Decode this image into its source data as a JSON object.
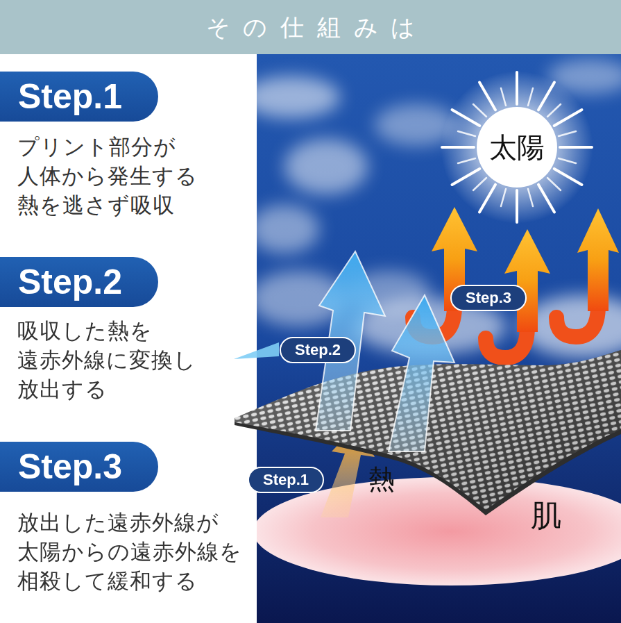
{
  "diagram": {
    "title": "その仕組みは",
    "nodes": [
      {
        "text": [
          "Step.1",
          "プリント部分が 人体から発生する 熱を逃さず吸収"
        ]
      },
      {
        "text": [
          "Step.2",
          "吸収した熱を 遠赤外線に変換し 放出する"
        ]
      },
      {
        "text": [
          "Step.3",
          "放出した遠赤外線が 太陽からの遠赤外線を 相殺して緩和する"
        ]
      },
      {
        "text": [
          "Step.3"
        ]
      },
      {
        "text": [
          "Step.2"
        ]
      },
      {
        "text": [
          "Step.1"
        ]
      }
    ],
    "labels": [
      "太陽",
      "熱",
      "肌"
    ]
  }
}
